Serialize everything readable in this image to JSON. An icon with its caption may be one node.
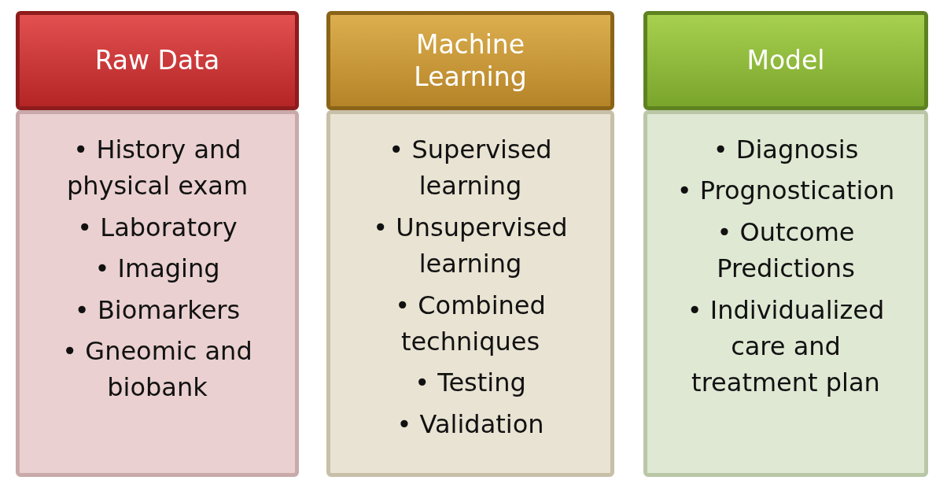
{
  "diagram": {
    "nodes": [
      {
        "text": [
          "Raw Data"
        ]
      },
      {
        "text": [
          "• History and physical exam",
          "• Laboratory",
          "• Imaging",
          "• Biomarkers",
          "• Gneomic and biobank"
        ]
      },
      {
        "text": [
          "Machine Learning"
        ]
      },
      {
        "text": [
          "• Supervised learning",
          "• Unsupervised learning",
          "• Combined techniques",
          "• Testing",
          "• Validation"
        ]
      },
      {
        "text": [
          "Model"
        ]
      },
      {
        "text": [
          "• Diagnosis",
          "• Prognostication",
          "• Outcome Predictions",
          "• Individualized care and treatment plan"
        ]
      }
    ],
    "edges": []
  }
}
